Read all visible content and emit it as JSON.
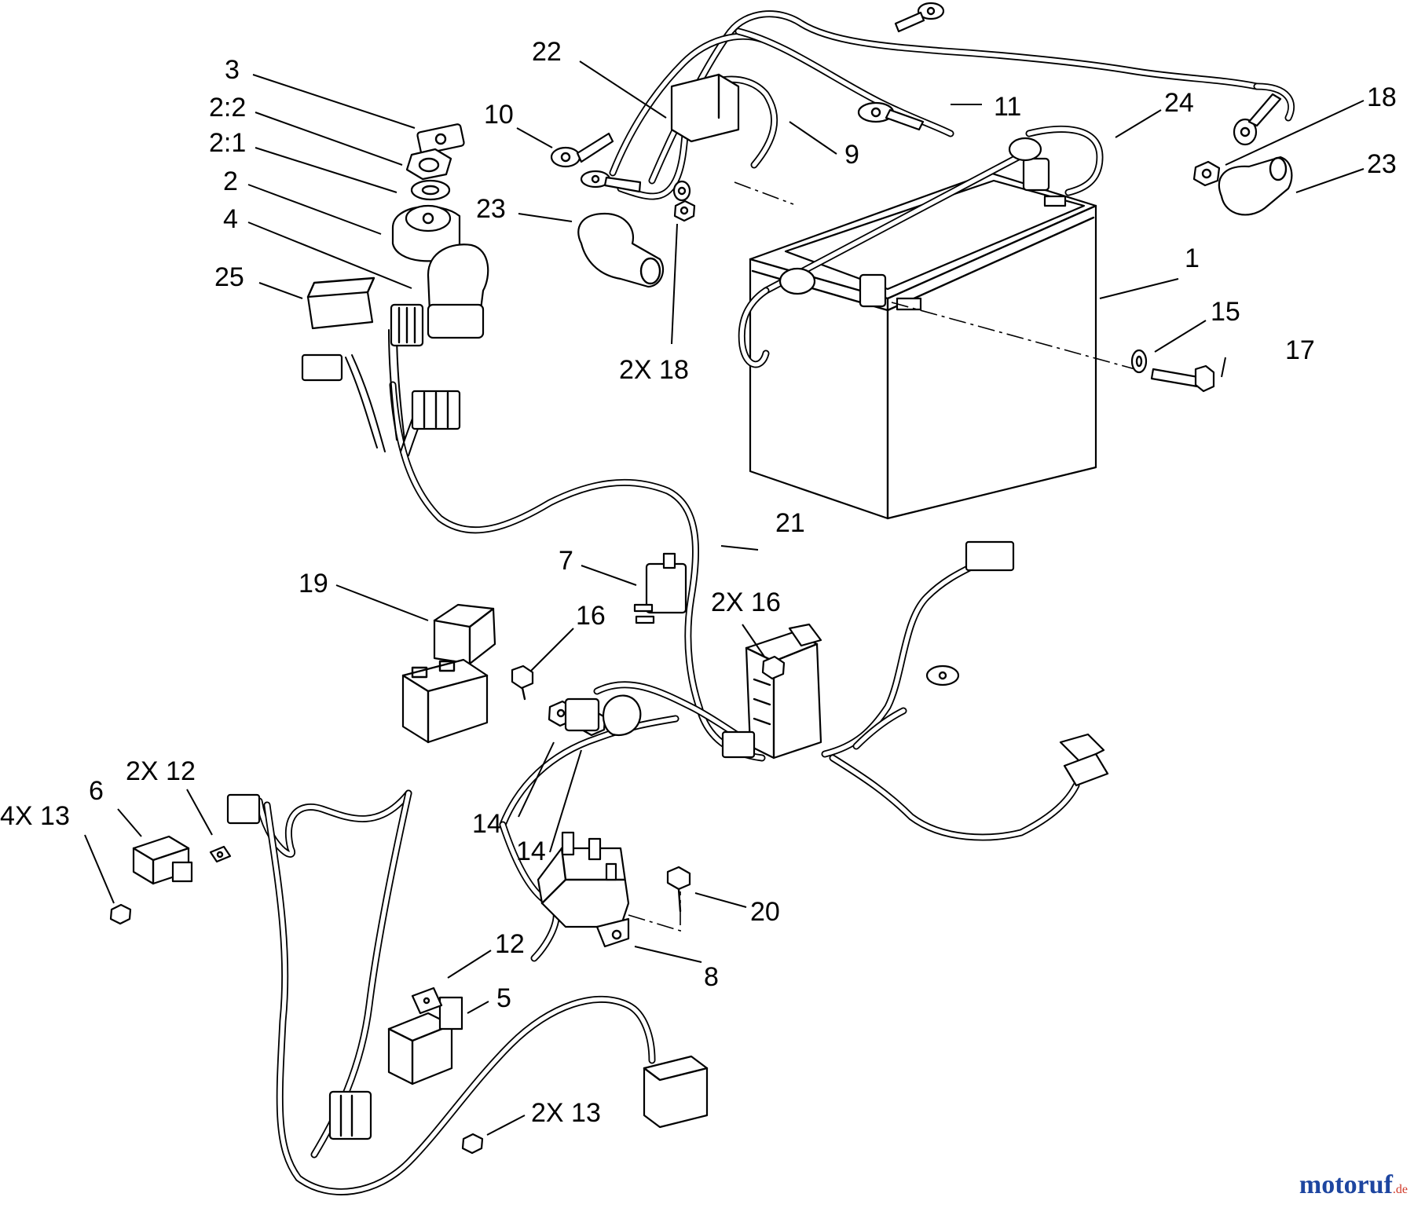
{
  "diagram": {
    "callouts": [
      {
        "id": "c3",
        "text": "3"
      },
      {
        "id": "c2-2",
        "text": "2:2"
      },
      {
        "id": "c2-1",
        "text": "2:1"
      },
      {
        "id": "c2",
        "text": "2"
      },
      {
        "id": "c4",
        "text": "4"
      },
      {
        "id": "c25",
        "text": "25"
      },
      {
        "id": "c22",
        "text": "22"
      },
      {
        "id": "c10",
        "text": "10"
      },
      {
        "id": "c9",
        "text": "9"
      },
      {
        "id": "c11",
        "text": "11"
      },
      {
        "id": "c24",
        "text": "24"
      },
      {
        "id": "c18",
        "text": "18"
      },
      {
        "id": "c23-right",
        "text": "23"
      },
      {
        "id": "c23-left",
        "text": "23"
      },
      {
        "id": "c2x18",
        "text": "2X 18"
      },
      {
        "id": "c1",
        "text": "1"
      },
      {
        "id": "c15",
        "text": "15"
      },
      {
        "id": "c17",
        "text": "17"
      },
      {
        "id": "c21",
        "text": "21"
      },
      {
        "id": "c7",
        "text": "7"
      },
      {
        "id": "c19",
        "text": "19"
      },
      {
        "id": "c16",
        "text": "16"
      },
      {
        "id": "c2x16",
        "text": "2X 16"
      },
      {
        "id": "c2x12",
        "text": "2X 12"
      },
      {
        "id": "c6",
        "text": "6"
      },
      {
        "id": "c4x13",
        "text": "4X 13"
      },
      {
        "id": "c14-a",
        "text": "14"
      },
      {
        "id": "c14-b",
        "text": "14"
      },
      {
        "id": "c20",
        "text": "20"
      },
      {
        "id": "c8",
        "text": "8"
      },
      {
        "id": "c12",
        "text": "12"
      },
      {
        "id": "c5",
        "text": "5"
      },
      {
        "id": "c2x13",
        "text": "2X 13"
      }
    ]
  },
  "watermark": {
    "main": "motoruf",
    "tld": ".de",
    "color": "#1e46a0",
    "accent": "#d03a2a"
  }
}
